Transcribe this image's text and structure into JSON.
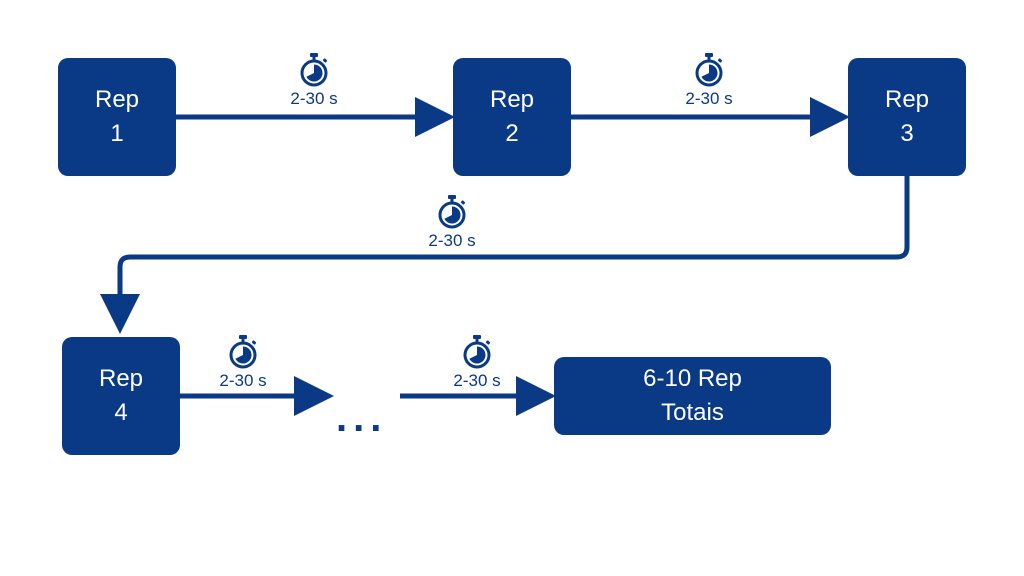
{
  "diagram": {
    "color": "#0a3a86",
    "steps": [
      {
        "line1": "Rep",
        "line2": "1"
      },
      {
        "line1": "Rep",
        "line2": "2"
      },
      {
        "line1": "Rep",
        "line2": "3"
      },
      {
        "line1": "Rep",
        "line2": "4"
      }
    ],
    "rest_label": "2-30 s",
    "ellipsis": "...",
    "total": {
      "line1": "6-10 Rep",
      "line2": "Totais"
    },
    "timer_icon": "stopwatch-icon"
  }
}
